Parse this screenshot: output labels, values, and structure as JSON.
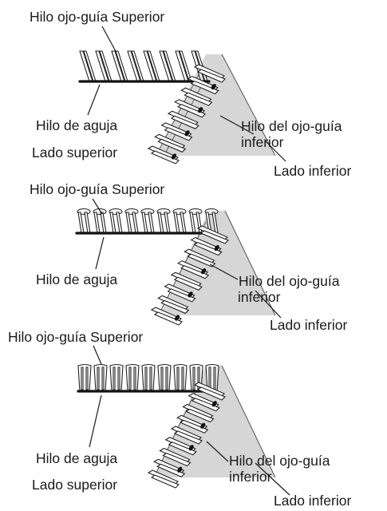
{
  "panels": [
    {
      "upper_looper_thread": "Hilo ojo-guía Superior",
      "needle_thread": "Hilo de aguja",
      "upper_side": "Lado superior",
      "lower_looper_thread": [
        "Hilo del ojo-guía",
        "inferior"
      ],
      "lower_side": "Lado inferior"
    },
    {
      "upper_looper_thread": "Hilo ojo-guía Superior",
      "needle_thread": "Hilo de aguja",
      "lower_looper_thread": [
        "Hilo del ojo-guía",
        "inferior"
      ],
      "lower_side": "Lado inferior"
    },
    {
      "upper_looper_thread": "Hilo ojo-guía Superior",
      "needle_thread": "Hilo de aguja",
      "upper_side": "Lado superior",
      "lower_looper_thread": [
        "Hilo del ojo-guía",
        "inferior"
      ],
      "lower_side": "Lado inferior"
    }
  ]
}
